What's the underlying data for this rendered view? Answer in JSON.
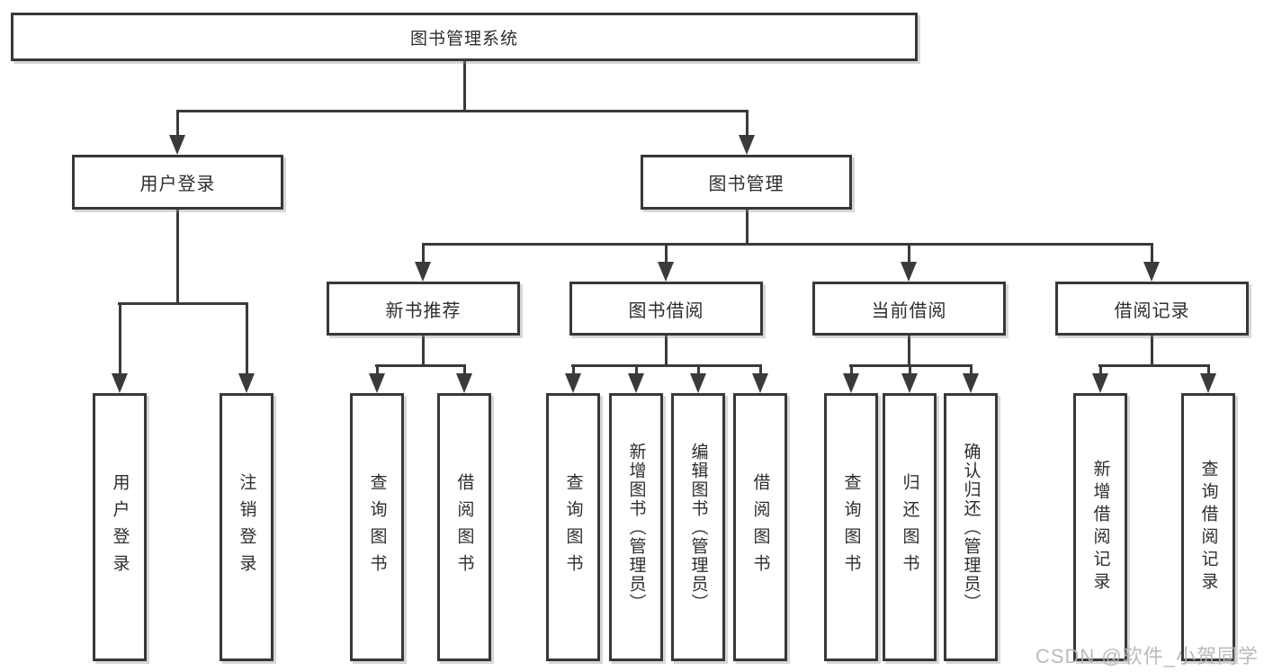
{
  "diagram": {
    "root": "图书管理系统",
    "branches": [
      {
        "label": "用户登录",
        "leaves": [
          "用户登录",
          "注销登录"
        ]
      },
      {
        "label": "图书管理",
        "groups": [
          {
            "label": "新书推荐",
            "leaves": [
              "查询图书",
              "借阅图书"
            ]
          },
          {
            "label": "图书借阅",
            "leaves": [
              "查询图书",
              "新增图书（管理员）",
              "编辑图书（管理员）",
              "借阅图书"
            ]
          },
          {
            "label": "当前借阅",
            "leaves": [
              "查询图书",
              "归还图书",
              "确认归还（管理员）"
            ]
          },
          {
            "label": "借阅记录",
            "leaves": [
              "新增借阅记录",
              "查询借阅记录"
            ]
          }
        ]
      }
    ]
  },
  "watermark": {
    "text": "CSDN @软件_小贺同学"
  },
  "colors": {
    "line": "#3a3a3a",
    "box_border": "#383838",
    "text": "#2e2e2e",
    "watermark": "#b3b3b3",
    "background": "#ffffff"
  }
}
